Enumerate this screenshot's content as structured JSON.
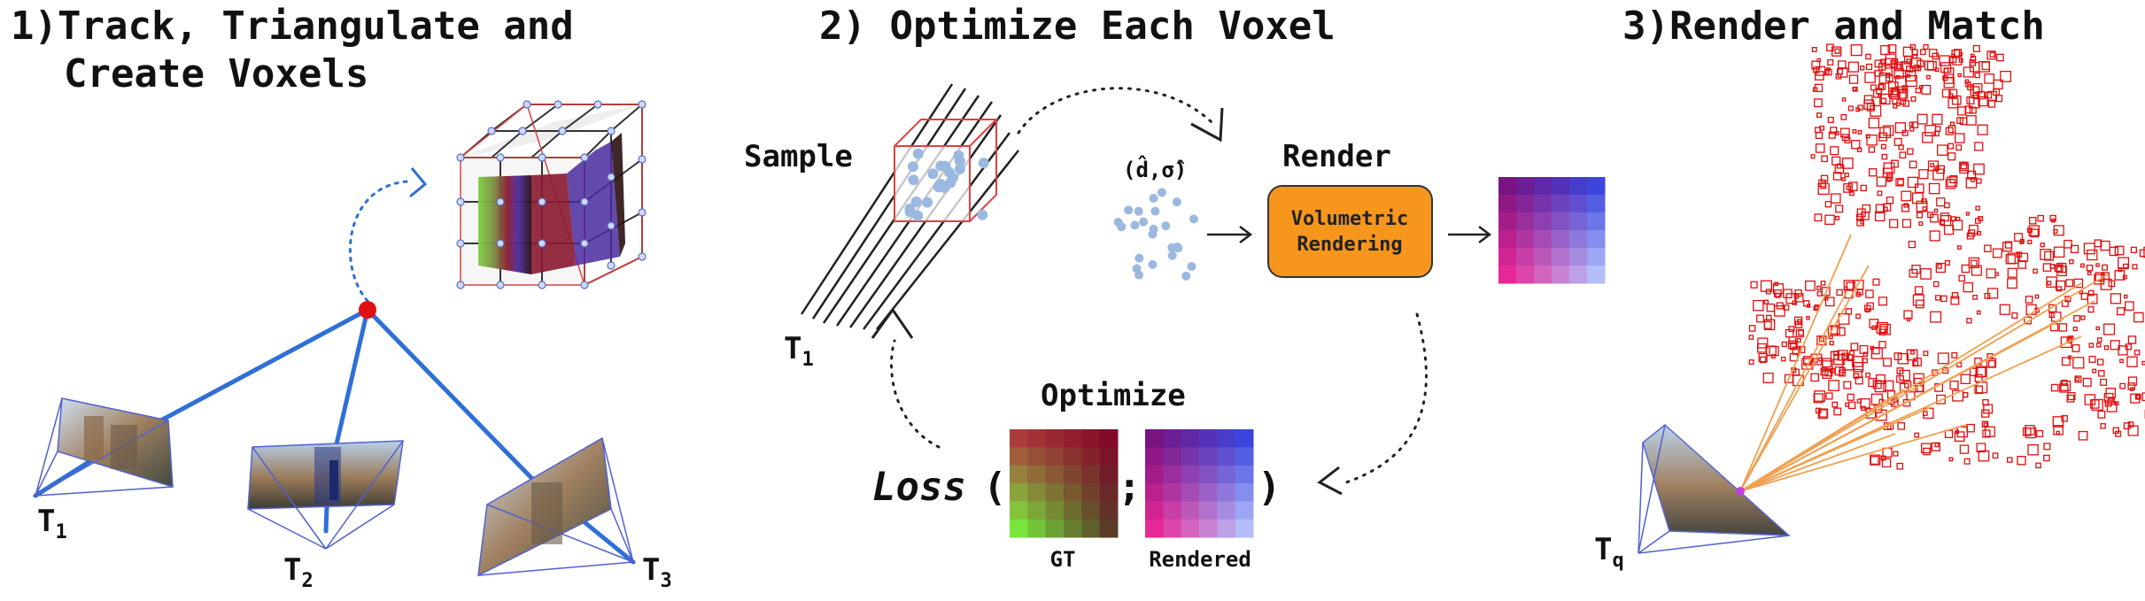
{
  "panel1": {
    "title_line1": "1)Track, Triangulate and",
    "title_line2": "Create Voxels",
    "cam1": "T",
    "cam1_sub": "1",
    "cam2": "T",
    "cam2_sub": "2",
    "cam3": "T",
    "cam3_sub": "3"
  },
  "panel2": {
    "title": "2) Optimize Each Voxel",
    "sample": "Sample",
    "render": "Render",
    "params": "(d̂,σ̂)",
    "box_line1": "Volumetric",
    "box_line2": "Rendering",
    "optimize": "Optimize",
    "loss": "Loss",
    "open_paren": "(",
    "semicolon": ";",
    "close_paren": ")",
    "gt": "GT",
    "rendered": "Rendered",
    "cam": "T",
    "cam_sub": "1"
  },
  "panel3": {
    "title": "3)Render and Match",
    "cam": "T",
    "cam_sub": "q"
  },
  "colors": {
    "accent_blue": "#2f6fd6",
    "point_red": "#e01010",
    "box_orange": "#f7961c",
    "match_orange": "#f0a050",
    "voxel_red": "#e04040"
  }
}
